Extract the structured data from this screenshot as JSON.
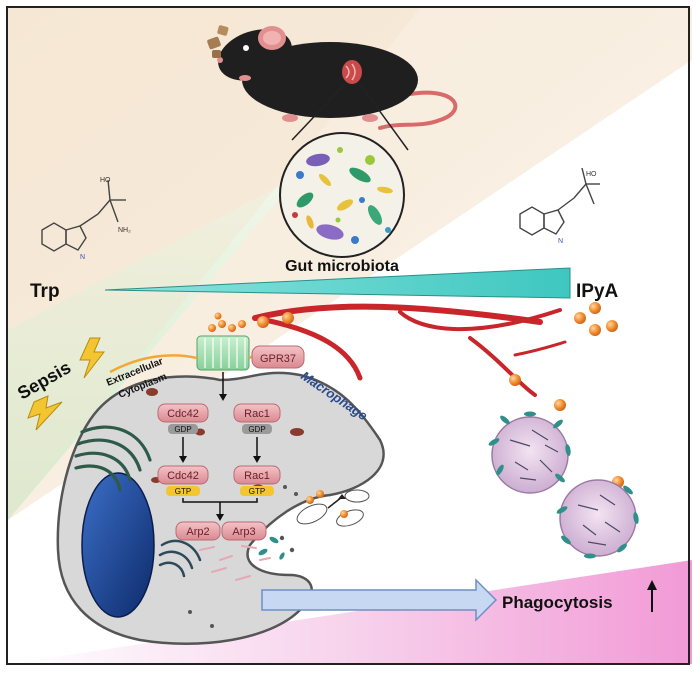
{
  "labels": {
    "gut_microbiota": "Gut microbiota",
    "trp": "Trp",
    "ipya": "IPyA",
    "sepsis": "Sepsis",
    "extracellular": "Extracellular",
    "cytoplasm": "Cytoplasm",
    "gpr37": "GPR37",
    "macrophage": "Macrophage",
    "cdc42_gdp": "Cdc42",
    "gdp_1": "GDP",
    "rac1_gdp": "Rac1",
    "gdp_2": "GDP",
    "cdc42_gtp": "Cdc42",
    "gtp_1": "GTP",
    "rac1_gtp": "Rac1",
    "gtp_2": "GTP",
    "arp2": "Arp2",
    "arp3": "Arp3",
    "phagocytosis": "Phagocytosis",
    "trp_nh2": "NH₂",
    "trp_oh": "HO",
    "trp_nh": "N",
    "ipya_oh": "HO",
    "ipya_nh": "N"
  },
  "colors": {
    "background_top": "#f6e6d2",
    "background_left": "#dff2dc",
    "background_bottom": "#f3a6d8",
    "cell": "#d6d6d6",
    "nucleus": "#1b3f8c",
    "vessel": "#c8262a",
    "ipya_dot": "#ef8a2c",
    "gradient_wedge": "#5ecfca",
    "protein_pill": "#e8a3a8",
    "phagocytosis_arrow": "#c6d8f2",
    "macrophage_label": "#2b4a8c"
  },
  "icons": [
    "mouse-icon",
    "microbiota-magnifier-icon",
    "lightning-icon",
    "bacteria-icon",
    "receptor-icon"
  ]
}
